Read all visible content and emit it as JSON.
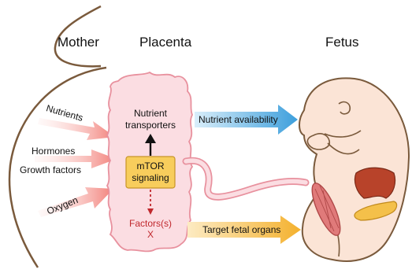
{
  "headers": {
    "mother": "Mother",
    "placenta": "Placenta",
    "fetus": "Fetus"
  },
  "inputs": {
    "nutrients": "Nutrients",
    "hormones": "Hormones",
    "growth_factors": "Growth factors",
    "oxygen": "Oxygen"
  },
  "placenta": {
    "transporters_line1": "Nutrient",
    "transporters_line2": "transporters",
    "mtor_line1": "mTOR",
    "mtor_line2": "signaling",
    "factors": "Factors(s)",
    "factors_x": "X"
  },
  "outputs": {
    "nutrient_availability": "Nutrient availability",
    "target_organs": "Target fetal organs"
  },
  "colors": {
    "placenta_fill": "#fbdde2",
    "placenta_stroke": "#e8919e",
    "input_arrow": "#f48a84",
    "blue_arrow": "#5eaee0",
    "orange_arrow": "#f6bf45",
    "mtor_box": "#f8cd5c",
    "uterus_stroke": "#7a5a3c",
    "factors_red": "#c0282d"
  }
}
